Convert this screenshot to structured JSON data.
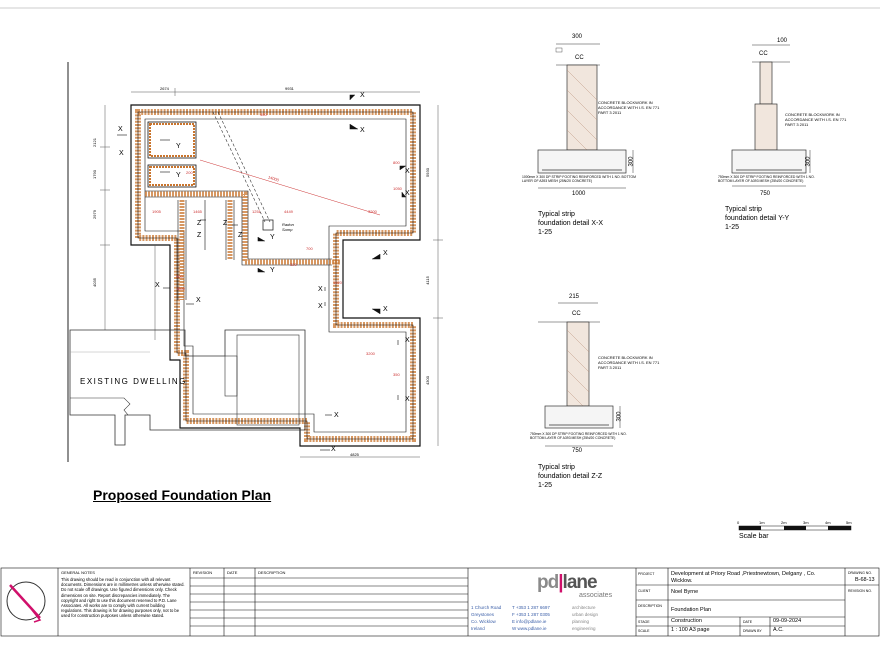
{
  "plan": {
    "title": "Proposed Foundation Plan",
    "existing_label": "EXISTING  DWELLING",
    "radon_label": "Radon Sump",
    "dims_red": [
      "1905",
      "1465",
      "4449",
      "3200",
      "1251",
      "450",
      "200",
      "800",
      "1050",
      "14000",
      "3200",
      "320",
      "1800",
      "350",
      "1020",
      "900",
      "700"
    ],
    "dims_top": [
      "2674",
      "9931"
    ],
    "dims_left": [
      "2121",
      "1790",
      "2979",
      "4035"
    ],
    "dims_right": [
      "5930",
      "4115",
      "4300"
    ],
    "dim_bottom": "4825",
    "section_marks": {
      "x": "X",
      "y": "Y",
      "z": "Z"
    }
  },
  "details": [
    {
      "width_top": "300",
      "cap": "CC",
      "note": "CONCRETE BLOCKWORK IN ACCORDANCE WITH I.S. EN 771 PART 3 2011",
      "footing_note": "1000mm X 300 DP STRIP FOOTING REINFORCED WITH 1 NO. BOTTOM LAYER OF A393 MESH (25N/20 CONCRETE)",
      "depth": "300",
      "base_width": "1000",
      "caption": [
        "Typical strip",
        "foundation detail X-X",
        "1-25"
      ]
    },
    {
      "width_top": "100",
      "cap": "CC",
      "note": "CONCRETE BLOCKWORK IN ACCORDANCE WITH I.S. EN 771 PART 3 2011",
      "footing_note": "750mm X 300 DP STRIP FOOTING REINFORCED WITH 1 NO. BOTTOM LAYER OF A393 MESH (25N/20 CONCRETE)",
      "depth": "300",
      "base_width": "750",
      "caption": [
        "Typical strip",
        "foundation detail Y-Y",
        "1-25"
      ]
    },
    {
      "width_top": "215",
      "cap": "CC",
      "note": "CONCRETE BLOCKWORK IN ACCORDANCE WITH I.S. EN 771 PART 3 2011",
      "footing_note": "750mm X 300 DP STRIP FOOTING REINFORCED WITH 1 NO. BOTTOM LAYER OF A393 MESH (25N/20 CONCRETE)",
      "depth": "300",
      "base_width": "750",
      "caption": [
        "Typical strip",
        "foundation detail Z-Z",
        "1-25"
      ]
    }
  ],
  "scale": {
    "ticks": [
      "0",
      "1m",
      "2m",
      "3m",
      "4m",
      "5m"
    ],
    "label": "Scale bar"
  },
  "titleblock": {
    "general_notes_label": "GENERAL NOTES",
    "general_notes": "This drawing should be read in conjunction with all relevant documents. Dimensions are in millimetres unless otherwise stated. Do not scale off drawings. Use figured dimensions only. Check dimensions on site. Report discrepancies immediately. The copyright and right to use this document reserved to P.D. Lane Associates. All works are to comply with current building regulations. This drawing is for drawing purposes only, not to be used for construction purposes unless otherwise stated.",
    "revision_headers": [
      "REVISION",
      "DATE",
      "DESCRIPTION"
    ],
    "company_logo_pd": "pd",
    "company_logo_lane": "lane",
    "company_logo_assoc": "associates",
    "address": [
      "1 Church Road",
      "Greystones",
      "Co. Wicklow",
      "Ireland"
    ],
    "contacts": [
      "T  +353 1 287 6697",
      "F  +353 1 287 0305",
      "E  info@pdlane.ie",
      "W  www.pdlane.ie"
    ],
    "services": [
      "architecture",
      "urban design",
      "planning",
      "engineering"
    ],
    "project_label": "PROJECT",
    "project": "Development at Priory Road ,Priestnewtown, Delgany , Co. Wicklow.",
    "client_label": "CLIENT",
    "client": "Noel Byrne",
    "description_label": "DESCRIPTION",
    "description": "Foundation Plan",
    "stage_label": "STAGE",
    "stage": "Construction",
    "date_label": "DATE",
    "date": "09-09-2024",
    "scale_label": "SCALE",
    "scale": "1 : 100  A3 page",
    "drawn_label": "DRAWN BY",
    "drawn": "A.C.",
    "drawing_no_label": "DRAWING NO.",
    "drawing_no": "B-68-13",
    "revision_no_label": "REVISION NO."
  }
}
